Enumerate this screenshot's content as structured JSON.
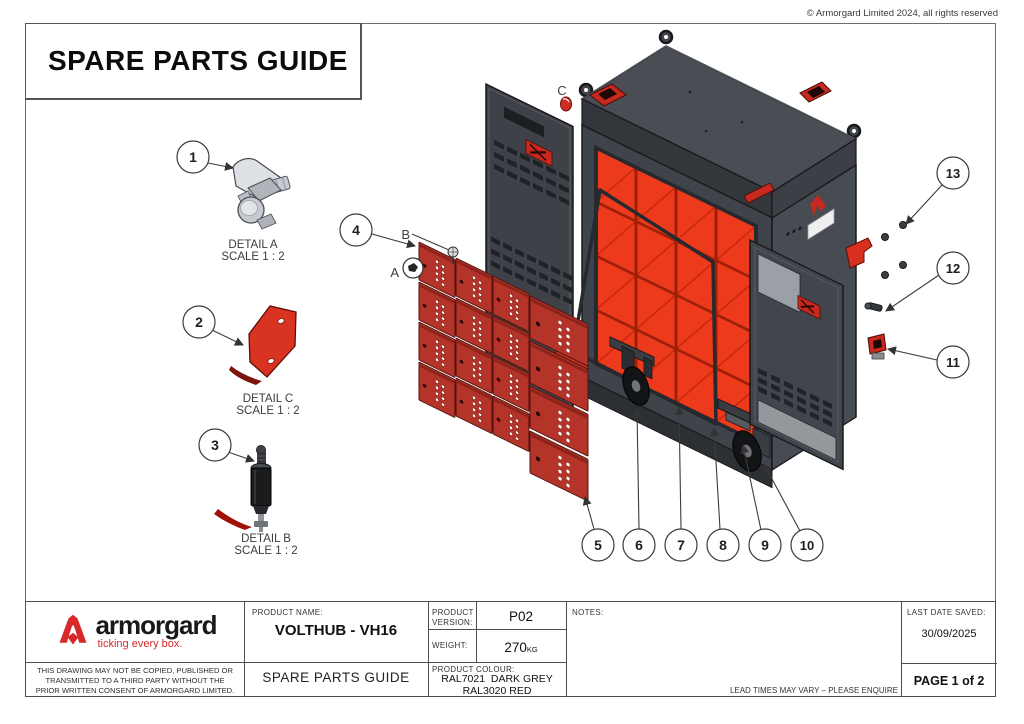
{
  "sheet": {
    "copyright": "© Armorgard Limited 2024, all rights reserved",
    "title": "SPARE PARTS GUIDE"
  },
  "drawing": {
    "details": [
      {
        "name": "DETAIL A",
        "scale": "SCALE 1 : 2"
      },
      {
        "name": "DETAIL C",
        "scale": "SCALE 1 : 2"
      },
      {
        "name": "DETAIL B",
        "scale": "SCALE 1 : 2"
      }
    ],
    "callouts": [
      "1",
      "2",
      "3",
      "4",
      "5",
      "6",
      "7",
      "8",
      "9",
      "10",
      "11",
      "12",
      "13"
    ],
    "view_labels": {
      "a": "A",
      "b": "B",
      "c": "C"
    }
  },
  "colors": {
    "brand_red": "#d7282a",
    "locker_red": "#ee3a1c",
    "locker_red_dark": "#9e2007",
    "door_red": "#b5342a",
    "cabinet_grey": "#3f434a",
    "cabinet_dark": "#33363b",
    "panel_grey": "#3e4147"
  },
  "title_block": {
    "logo": {
      "brand": "armorgard",
      "tagline": "ticking every box."
    },
    "disclaimer_lines": [
      "THIS DRAWING MAY NOT BE COPIED, PUBLISHED OR",
      "TRANSMITTED TO A THIRD PARTY WITHOUT THE",
      "PRIOR WRITTEN CONSENT OF ARMORGARD LIMITED."
    ],
    "product_name_label": "PRODUCT NAME:",
    "product_name": "VOLTHUB - VH16",
    "doc_type": "SPARE PARTS GUIDE",
    "product_version_label": "PRODUCT VERSION:",
    "product_version": "P02",
    "weight_label": "WEIGHT:",
    "weight_value": "270",
    "weight_unit": "KG",
    "product_colour_label": "PRODUCT COLOUR:",
    "product_colour_line1": "RAL7021  DARK GREY",
    "product_colour_line2": "RAL3020 RED",
    "notes_label": "NOTES:",
    "lead_time_note": "LEAD TIMES MAY VARY – PLEASE ENQUIRE",
    "last_saved_label": "LAST DATE SAVED:",
    "last_saved_value": "30/09/2025",
    "page_label": "PAGE 1 of 2"
  }
}
